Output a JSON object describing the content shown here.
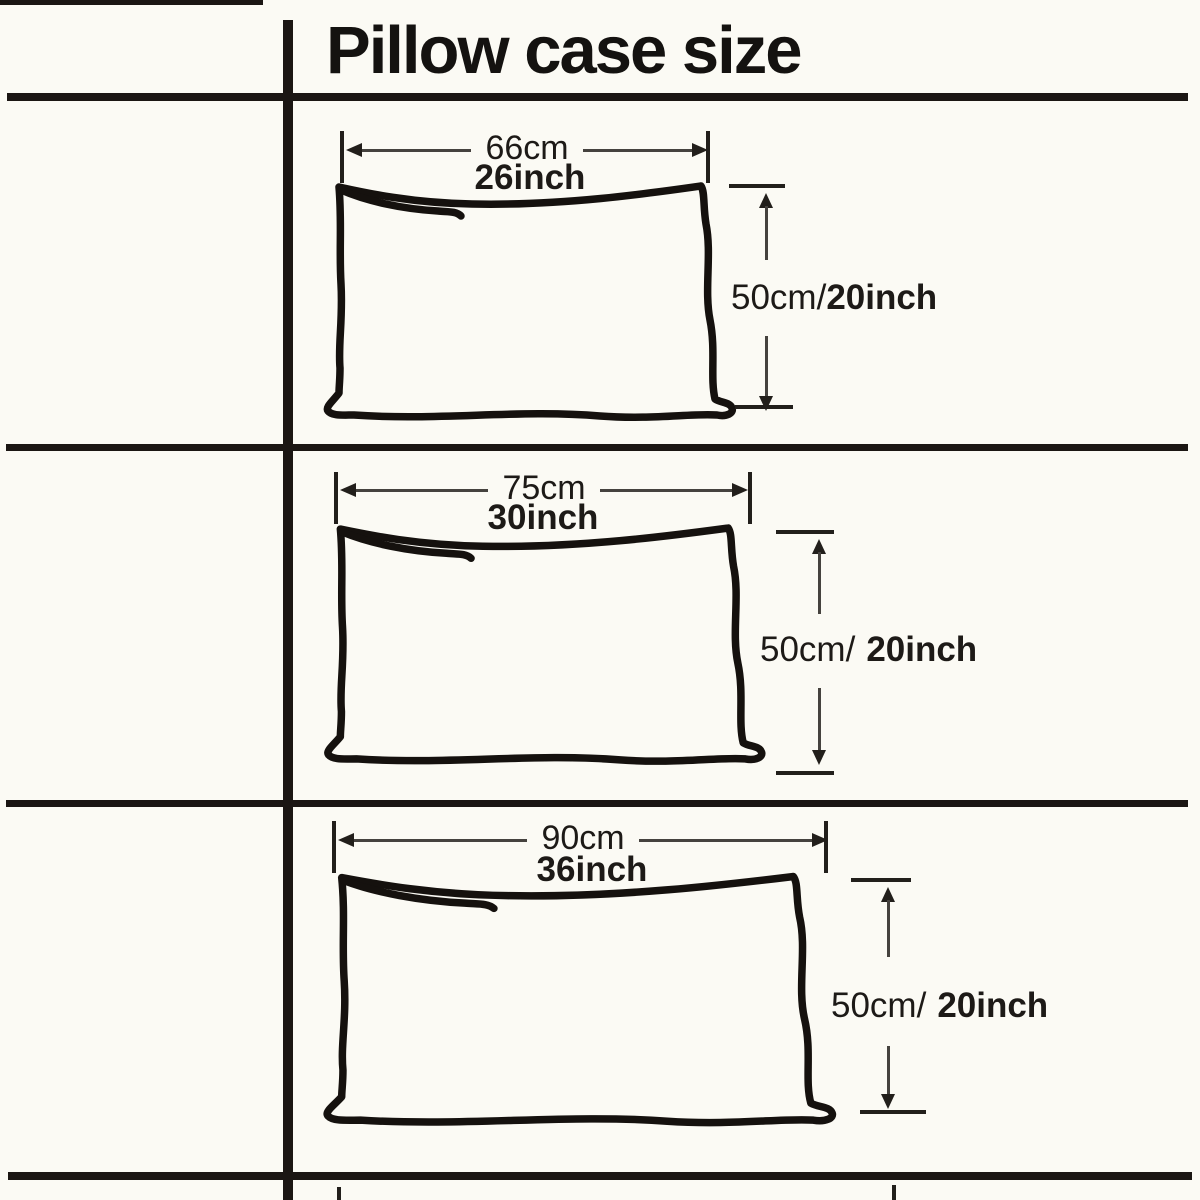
{
  "title": "Pillow case size",
  "colors": {
    "background": "#fbfaf4",
    "grid_line": "#1b1613",
    "pillow_outline": "#15110e",
    "dimension_line": "#45423e",
    "dimension_ends": "#221f1b",
    "text": "#1d1a17"
  },
  "rows": [
    {
      "width_cm": "66cm",
      "width_inch": "26inch",
      "height_cm": "50cm/",
      "height_inch": "20inch"
    },
    {
      "width_cm": "75cm",
      "width_inch": "30inch",
      "height_cm": "50cm/",
      "height_inch": "20inch"
    },
    {
      "width_cm": "90cm",
      "width_inch": "36inch",
      "height_cm": "50cm/",
      "height_inch": "20inch"
    }
  ]
}
